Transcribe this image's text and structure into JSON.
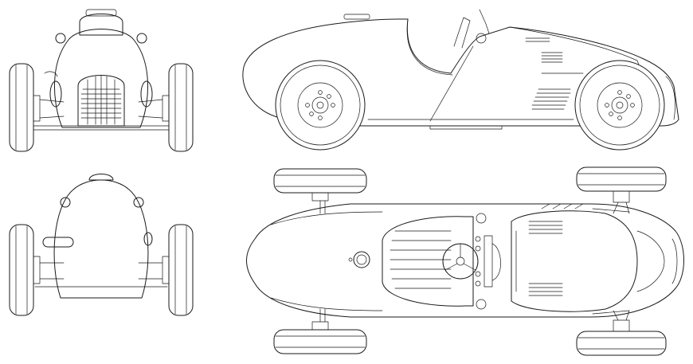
{
  "drawing": {
    "subject": "vintage-race-car",
    "line_color": "#1a1a1a",
    "background_color": "#ffffff",
    "views": [
      {
        "id": "front"
      },
      {
        "id": "rear"
      },
      {
        "id": "side"
      },
      {
        "id": "top"
      }
    ]
  }
}
